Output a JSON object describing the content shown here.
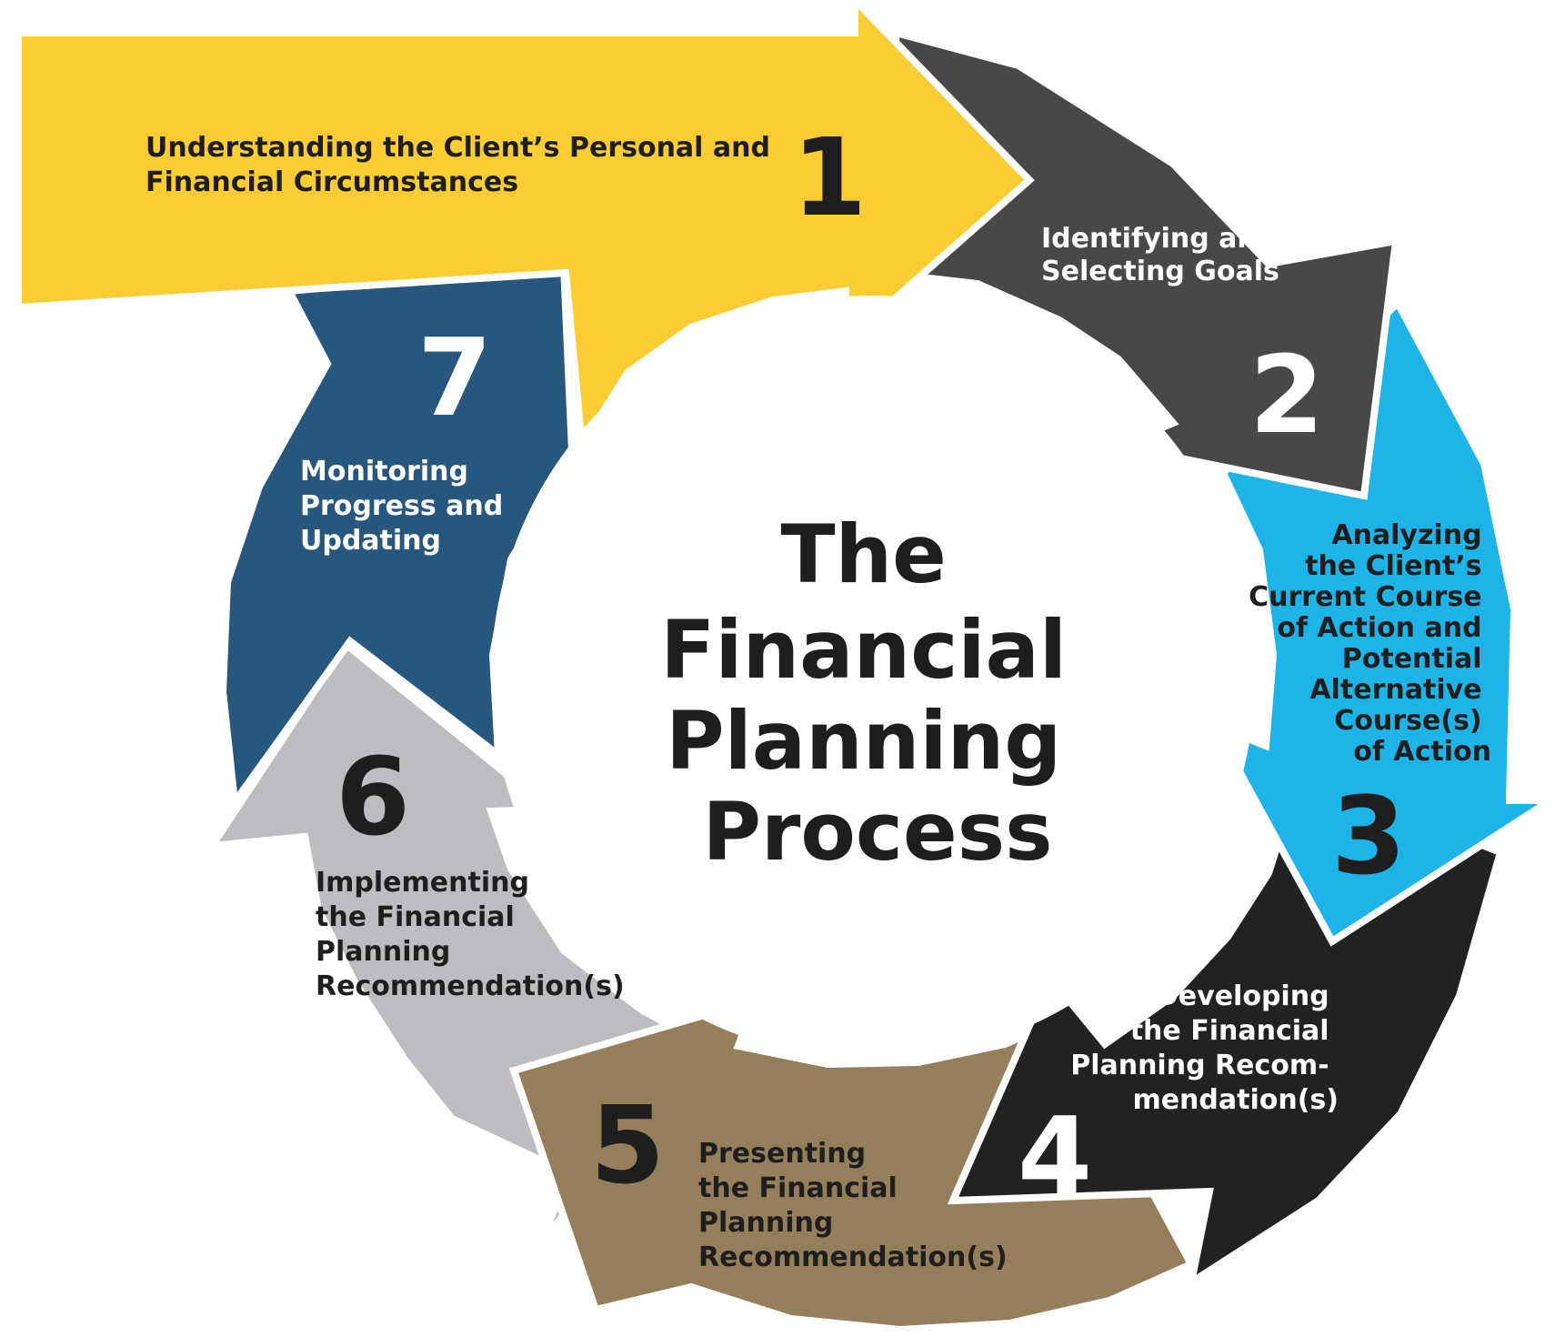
{
  "title_lines": [
    "The",
    "Financial",
    "Planning",
    "Process"
  ],
  "colors": {
    "step1": "#FCCC34",
    "step2": "#47484A",
    "step3": "#1EB4E7",
    "step4": "#232122",
    "step5": "#957F5B",
    "step6": "#BCBDC0",
    "step7": "#28577E"
  },
  "steps": [
    {
      "number": "1",
      "lines": [
        "Understanding the Client’s Personal and",
        "Financial Circumstances"
      ]
    },
    {
      "number": "2",
      "lines": [
        "Identifying and",
        "Selecting Goals"
      ]
    },
    {
      "number": "3",
      "lines": [
        "Analyzing",
        "the Client’s",
        "Current Course",
        "of Action and",
        "Potential",
        "Alternative",
        "Course(s)",
        "of Action"
      ]
    },
    {
      "number": "4",
      "lines": [
        "Developing",
        "the Financial",
        "Planning Recom-",
        "mendation(s)"
      ]
    },
    {
      "number": "5",
      "lines": [
        "Presenting",
        "the Financial",
        "Planning",
        "Recommendation(s)"
      ]
    },
    {
      "number": "6",
      "lines": [
        "Implementing",
        "the Financial",
        "Planning",
        "Recommendation(s)"
      ]
    },
    {
      "number": "7",
      "lines": [
        "Monitoring",
        "Progress and",
        "Updating"
      ]
    }
  ]
}
